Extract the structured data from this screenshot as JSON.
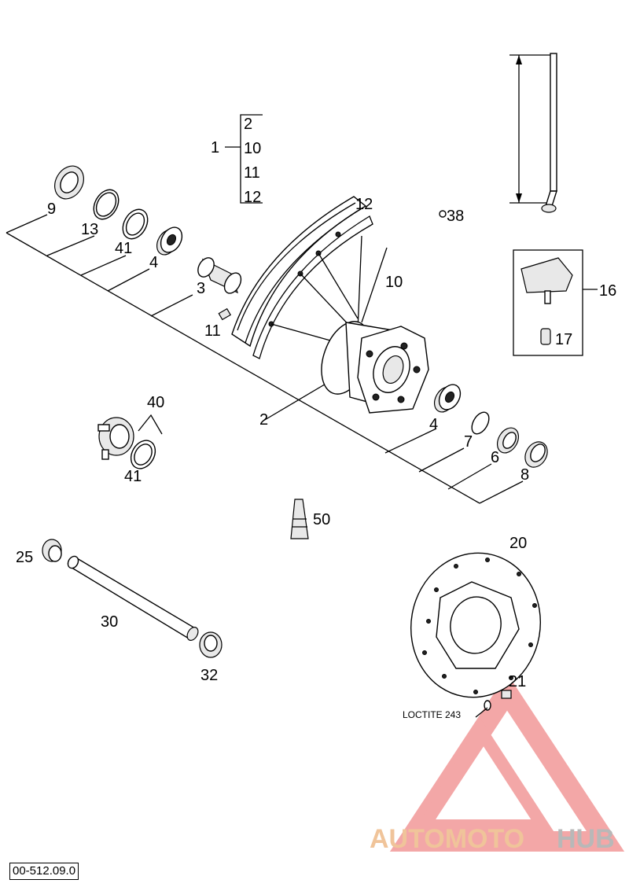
{
  "callouts": {
    "group": [
      "1",
      "2",
      "10",
      "11",
      "12"
    ],
    "c9": "9",
    "c13": "13",
    "c41a": "41",
    "c4a": "4",
    "c3": "3",
    "c11": "11",
    "c12": "12",
    "c10": "10",
    "c38": "38",
    "c16": "16",
    "c17": "17",
    "c2": "2",
    "c4b": "4",
    "c7": "7",
    "c6": "6",
    "c8": "8",
    "c40": "40",
    "c41b": "41",
    "c50": "50",
    "c25": "25",
    "c30": "30",
    "c32": "32",
    "c20": "20",
    "c21": "21"
  },
  "loctite_note": "LOCTITE 243",
  "watermark": {
    "brand_a": "AUTOMOTO",
    "brand_b": "HUB",
    "color_a": "#f0c49a",
    "color_b": "#b8b8b8",
    "logo_color": "#f08a8a"
  },
  "doc_code": "00-512.09.0"
}
